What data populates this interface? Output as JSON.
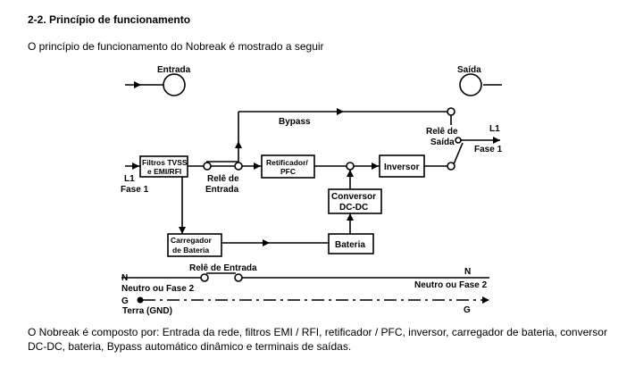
{
  "section": {
    "heading": "2-2. Princípio de funcionamento",
    "intro": "O princípio de funcionamento do Nobreak é mostrado a seguir",
    "summary": "O Nobreak é composto por: Entrada da rede, filtros EMI / RFI, retificador / PFC, inversor, carregador de bateria, conversor DC-DC, bateria, Bypass automático dinâmico e terminais de saídas."
  },
  "diagram": {
    "entrada": "Entrada",
    "saida": "Saída",
    "bypass": "Bypass",
    "rele_saida_1": "Relê de",
    "rele_saida_2": "Saída",
    "l1_out": "L1",
    "fase1_out": "Fase 1",
    "l1_in": "L1",
    "fase1_in": "Fase 1",
    "filtros_1": "Filtros TVSS",
    "filtros_2": "e EMI/RFI",
    "rele_entrada_1": "Relê de",
    "rele_entrada_2": "Entrada",
    "retificador_1": "Retificador/",
    "retificador_2": "PFC",
    "inversor": "Inversor",
    "conversor_1": "Conversor",
    "conversor_2": "DC-DC",
    "carregador_1": "Carregador",
    "carregador_2": "de Bateria",
    "bateria": "Bateria",
    "rele_entrada_bottom": "Relê de Entrada",
    "n_left": "N",
    "neutro_left": "Neutro ou Fase 2",
    "n_right": "N",
    "neutro_right": "Neutro ou Fase 2",
    "g_left": "G",
    "terra": "Terra (GND)",
    "g_right": "G"
  }
}
